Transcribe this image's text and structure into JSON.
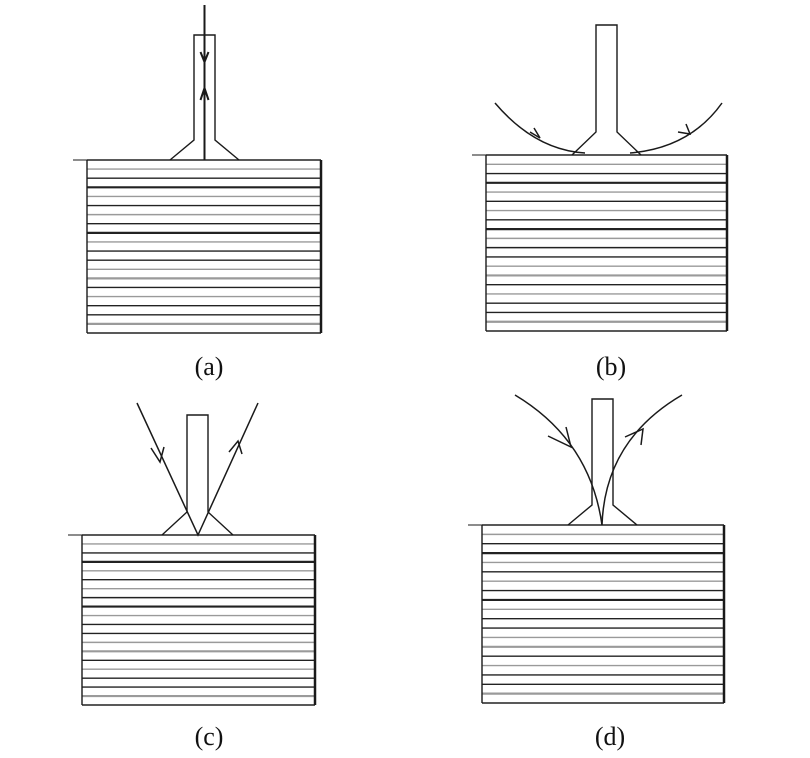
{
  "panels": [
    {
      "id": "a",
      "label": "(a)",
      "ray": "normal"
    },
    {
      "id": "b",
      "label": "(b)",
      "ray": "grazing"
    },
    {
      "id": "c",
      "label": "(c)",
      "ray": "oblique-straight"
    },
    {
      "id": "d",
      "label": "(d)",
      "ray": "oblique-curved"
    }
  ],
  "colors": {
    "stroke": "#1a1a1a",
    "stripe_dark": "#222222",
    "stripe_gray": "#9a9a9a"
  }
}
